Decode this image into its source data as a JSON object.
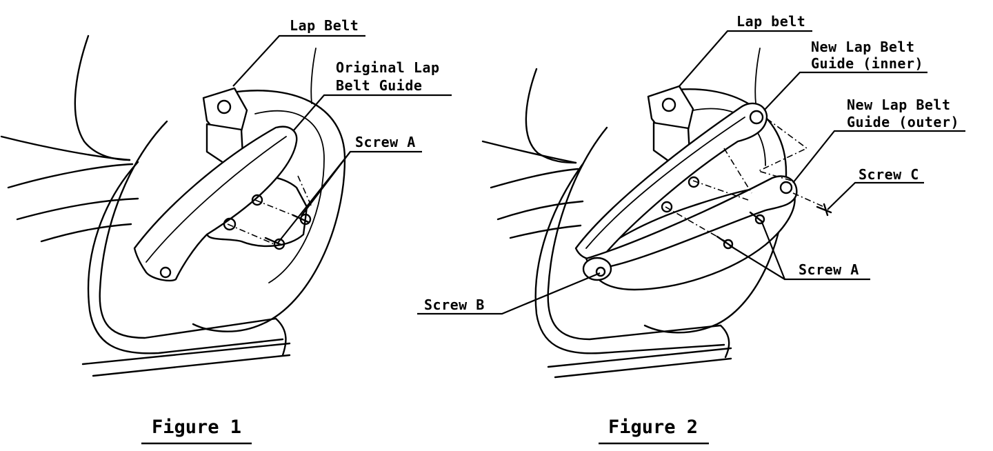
{
  "figure1": {
    "caption": "Figure 1",
    "labels": {
      "lap_belt": "Lap Belt",
      "original_guide_line1": "Original Lap",
      "original_guide_line2": "Belt Guide",
      "screw_a": "Screw A"
    }
  },
  "figure2": {
    "caption": "Figure 2",
    "labels": {
      "lap_belt": "Lap belt",
      "new_inner_line1": "New Lap Belt",
      "new_inner_line2": "Guide (inner)",
      "new_outer_line1": "New Lap Belt",
      "new_outer_line2": "Guide (outer)",
      "screw_c": "Screw C",
      "screw_a": "Screw A",
      "screw_b": "Screw B"
    }
  }
}
